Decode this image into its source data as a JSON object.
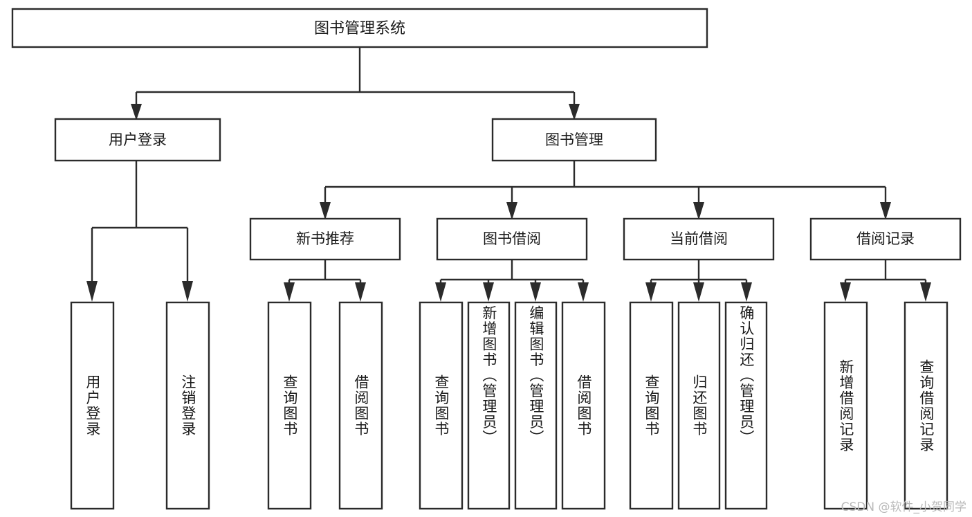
{
  "diagram": {
    "type": "tree",
    "title": "图书管理系统",
    "root": {
      "id": "root",
      "label": "图书管理系统"
    },
    "level2": [
      {
        "id": "user-login",
        "label": "用户登录"
      },
      {
        "id": "book-manage",
        "label": "图书管理"
      }
    ],
    "level3": [
      {
        "id": "new-book-rec",
        "label": "新书推荐",
        "parent": "book-manage"
      },
      {
        "id": "book-borrow",
        "label": "图书借阅",
        "parent": "book-manage"
      },
      {
        "id": "current-borrow",
        "label": "当前借阅",
        "parent": "book-manage"
      },
      {
        "id": "borrow-record",
        "label": "借阅记录",
        "parent": "book-manage"
      }
    ],
    "leaves": {
      "user-login": [
        {
          "id": "leaf-user-login",
          "label": "用户登录"
        },
        {
          "id": "leaf-user-logout",
          "label": "注销登录"
        }
      ],
      "new-book-rec": [
        {
          "id": "leaf-query-book-1",
          "label": "查询图书"
        },
        {
          "id": "leaf-borrow-book-1",
          "label": "借阅图书"
        }
      ],
      "book-borrow": [
        {
          "id": "leaf-query-book-2",
          "label": "查询图书"
        },
        {
          "id": "leaf-add-book",
          "label": "新增图书（管理员）"
        },
        {
          "id": "leaf-edit-book",
          "label": "编辑图书（管理员）"
        },
        {
          "id": "leaf-borrow-book-2",
          "label": "借阅图书"
        }
      ],
      "current-borrow": [
        {
          "id": "leaf-query-book-3",
          "label": "查询图书"
        },
        {
          "id": "leaf-return-book",
          "label": "归还图书"
        },
        {
          "id": "leaf-confirm-return",
          "label": "确认归还（管理员）"
        }
      ],
      "borrow-record": [
        {
          "id": "leaf-add-record",
          "label": "新增借阅记录"
        },
        {
          "id": "leaf-query-record",
          "label": "查询借阅记录"
        }
      ]
    }
  },
  "watermark": {
    "text": "CSDN @软件_小贺同学"
  },
  "colors": {
    "stroke": "#2b2b2b",
    "box_fill": "#ffffff",
    "text": "#1a1a1a",
    "background": "#ffffff",
    "watermark": "#b9b9b9"
  }
}
